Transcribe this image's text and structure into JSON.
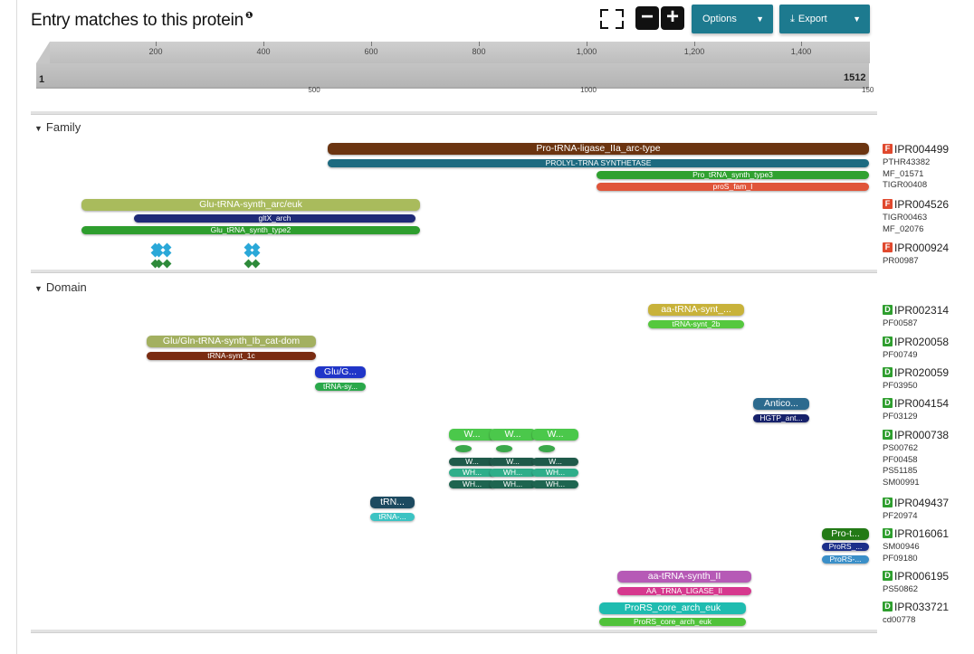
{
  "title": "Entry matches to this protein",
  "info_symbol": "❶",
  "toolbar": {
    "zoom_out": "−",
    "zoom_in": "+",
    "options_label": "Options",
    "export_label": "Export",
    "export_icon": "⤓"
  },
  "ruler": {
    "start": "1",
    "end": "1512",
    "end_bottom": "150",
    "top_ticks": [
      "200",
      "400",
      "600",
      "800",
      "1,000",
      "1,200",
      "1,400"
    ],
    "bottom_ticks": [
      "500",
      "1000"
    ]
  },
  "sections": {
    "family": "Family",
    "domain": "Domain"
  },
  "family_tracks": [
    {
      "label": "Pro-tRNA-ligase_IIa_arc-type",
      "color": "#6b3410",
      "big": true
    },
    {
      "label": "PROLYL-TRNA SYNTHETASE",
      "color": "#1d6a80",
      "big": false
    },
    {
      "label": "Pro_tRNA_synth_type3",
      "color": "#2fa12f",
      "big": false
    },
    {
      "label": "proS_fam_I",
      "color": "#e0553a",
      "big": false
    },
    {
      "label": "Glu-tRNA-synth_arc/euk",
      "color": "#a9bb5c",
      "big": true
    },
    {
      "label": "gltX_arch",
      "color": "#1f2a78",
      "big": false
    },
    {
      "label": "Glu_tRNA_synth_type2",
      "color": "#2e9e2e",
      "big": false
    }
  ],
  "domain_tracks": [
    {
      "label": "aa-tRNA-synt_...",
      "color": "#c8b23a",
      "big": true
    },
    {
      "label": "tRNA-synt_2b",
      "color": "#55c83e",
      "big": false
    },
    {
      "label": "Glu/Gln-tRNA-synth_Ib_cat-dom",
      "color": "#a3b060",
      "big": true
    },
    {
      "label": "tRNA-synt_1c",
      "color": "#7a2c12",
      "big": false
    },
    {
      "label": "Glu/G...",
      "color": "#2035c8",
      "big": true
    },
    {
      "label": "tRNA-sy...",
      "color": "#2aa84a",
      "big": false
    },
    {
      "label": "Antico...",
      "color": "#2c6a8e",
      "big": true
    },
    {
      "label": "HGTP_ant...",
      "color": "#16216b",
      "big": false
    },
    {
      "label": "W...",
      "color": "#4bc84b",
      "big": true
    },
    {
      "label": "W...",
      "color": "#1f5a4a",
      "big": false
    },
    {
      "label": "WH...",
      "color": "#2fae8a",
      "big": false
    },
    {
      "label": "WH...",
      "color": "#1e6550",
      "big": false
    },
    {
      "label": "tRN...",
      "color": "#1d4a60",
      "big": true
    },
    {
      "label": "tRNA-...",
      "color": "#3cc3c3",
      "big": false
    },
    {
      "label": "Pro-t...",
      "color": "#237a16",
      "big": true
    },
    {
      "label": "ProRS_...",
      "color": "#1b2f8a",
      "big": false
    },
    {
      "label": "ProRS-...",
      "color": "#3a8fc8",
      "big": false
    },
    {
      "label": "aa-tRNA-synth_II",
      "color": "#b65ab6",
      "big": true
    },
    {
      "label": "AA_TRNA_LIGASE_II",
      "color": "#d6388e",
      "big": false
    },
    {
      "label": "ProRS_core_arch_euk",
      "color": "#1fbcb0",
      "big": true
    },
    {
      "label": "ProRS_core_arch_euk",
      "color": "#50c23a",
      "big": false
    }
  ],
  "site_colors": {
    "upper": "#2aa8d8",
    "lower": "#2e8a3a"
  },
  "family_legend": [
    {
      "badge": "F",
      "color": "#e0492e",
      "acc": "IPR004499",
      "sigs": [
        "PTHR43382",
        "MF_01571",
        "TIGR00408"
      ]
    },
    {
      "badge": "F",
      "color": "#e0492e",
      "acc": "IPR004526",
      "sigs": [
        "TIGR00463",
        "MF_02076"
      ]
    },
    {
      "badge": "F",
      "color": "#e0492e",
      "acc": "IPR000924",
      "sigs": [
        "PR00987"
      ]
    }
  ],
  "domain_legend": [
    {
      "badge": "D",
      "color": "#2e9e2e",
      "acc": "IPR002314",
      "sigs": [
        "PF00587"
      ]
    },
    {
      "badge": "D",
      "color": "#2e9e2e",
      "acc": "IPR020058",
      "sigs": [
        "PF00749"
      ]
    },
    {
      "badge": "D",
      "color": "#2e9e2e",
      "acc": "IPR020059",
      "sigs": [
        "PF03950"
      ]
    },
    {
      "badge": "D",
      "color": "#2e9e2e",
      "acc": "IPR004154",
      "sigs": [
        "PF03129"
      ]
    },
    {
      "badge": "D",
      "color": "#2e9e2e",
      "acc": "IPR000738",
      "sigs": [
        "PS00762",
        "PF00458",
        "PS51185",
        "SM00991"
      ]
    },
    {
      "badge": "D",
      "color": "#2e9e2e",
      "acc": "IPR049437",
      "sigs": [
        "PF20974"
      ]
    },
    {
      "badge": "D",
      "color": "#2e9e2e",
      "acc": "IPR016061",
      "sigs": [
        "SM00946",
        "PF09180"
      ]
    },
    {
      "badge": "D",
      "color": "#2e9e2e",
      "acc": "IPR006195",
      "sigs": [
        "PS50862"
      ]
    },
    {
      "badge": "D",
      "color": "#2e9e2e",
      "acc": "IPR033721",
      "sigs": [
        "cd00778"
      ]
    }
  ]
}
